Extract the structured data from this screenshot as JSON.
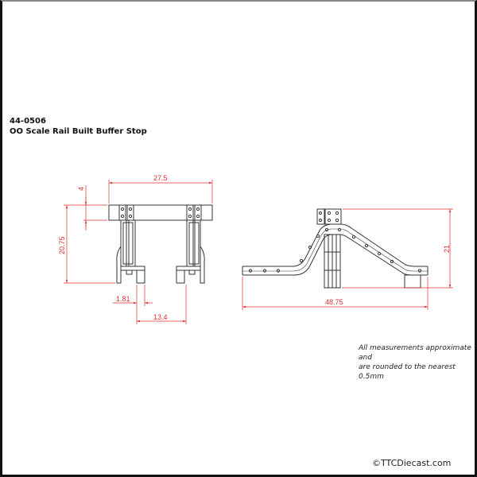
{
  "header": {
    "product_code": "44-0506",
    "product_title": "OO Scale Rail Built Buffer Stop"
  },
  "front_view": {
    "dimensions": {
      "overall_width": "27.5",
      "beam_height": "4",
      "overall_height": "20.75",
      "rail_head_width": "1.81",
      "gauge": "13.4"
    }
  },
  "side_view": {
    "dimensions": {
      "overall_length": "48.75",
      "overall_height": "21"
    }
  },
  "footer": {
    "note_line1": "All measurements approximate and",
    "note_line2": "are rounded to the nearest 0.5mm",
    "copyright": "©TTCDiecast.com"
  },
  "colors": {
    "dimension_line": "#e03030",
    "outline": "#333333",
    "border": "#111111"
  }
}
